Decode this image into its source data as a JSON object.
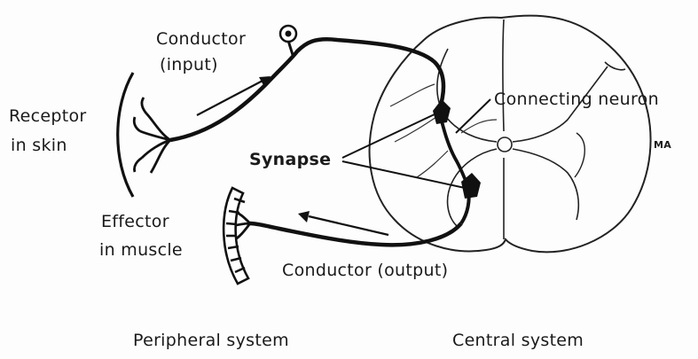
{
  "labels": {
    "conductor_input_1": "Conductor",
    "conductor_input_2": "(input)",
    "receptor_1": "Receptor",
    "receptor_2": "in skin",
    "synapse": "Synapse",
    "connecting_neuron": "Connecting neuron",
    "effector_1": "Effector",
    "effector_2": "in muscle",
    "conductor_output": "Conductor (output)",
    "peripheral_system": "Peripheral system",
    "central_system": "Central system",
    "marginal_mark": "MA"
  }
}
